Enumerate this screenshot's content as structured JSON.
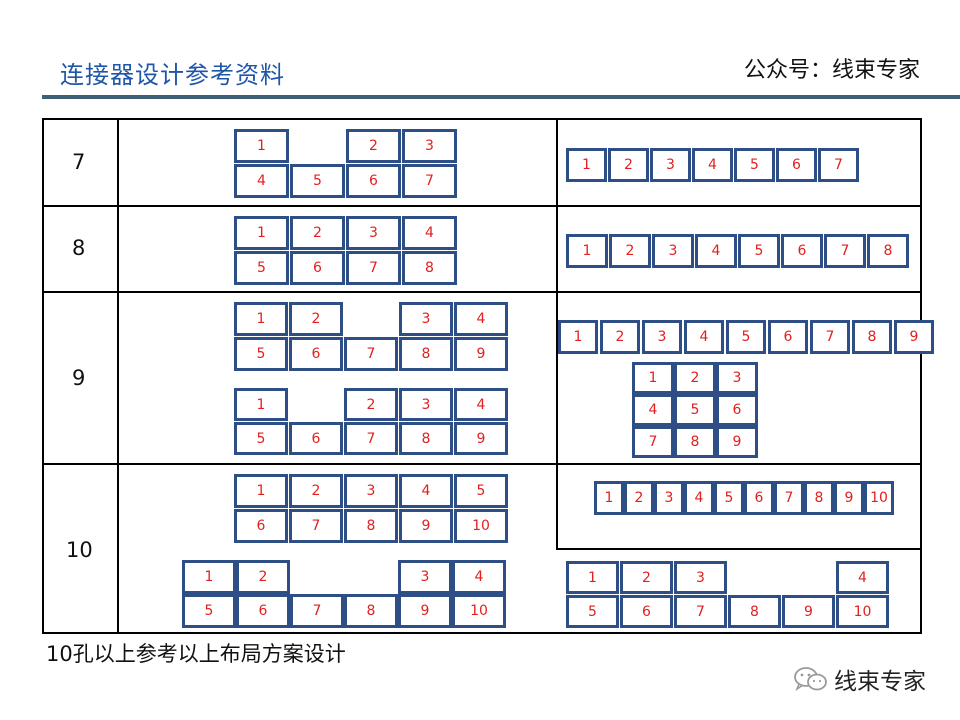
{
  "header": {
    "title": "连接器设计参考资料",
    "account": "公众号：线束专家"
  },
  "table": {
    "row_labels": [
      "7",
      "8",
      "9",
      "10"
    ],
    "layouts": [
      {
        "name": "7-left",
        "cells": [
          {
            "t": "1",
            "r": 0,
            "c": 0
          },
          {
            "t": "2",
            "r": 0,
            "c": 2
          },
          {
            "t": "3",
            "r": 0,
            "c": 3
          },
          {
            "t": "4",
            "r": 1,
            "c": 0
          },
          {
            "t": "5",
            "r": 1,
            "c": 1
          },
          {
            "t": "6",
            "r": 1,
            "c": 2
          },
          {
            "t": "7",
            "r": 1,
            "c": 3
          }
        ]
      },
      {
        "name": "7-right",
        "cells": [
          {
            "t": "1",
            "r": 0,
            "c": 0
          },
          {
            "t": "2",
            "r": 0,
            "c": 1
          },
          {
            "t": "3",
            "r": 0,
            "c": 2
          },
          {
            "t": "4",
            "r": 0,
            "c": 3
          },
          {
            "t": "5",
            "r": 0,
            "c": 4
          },
          {
            "t": "6",
            "r": 0,
            "c": 5
          },
          {
            "t": "7",
            "r": 0,
            "c": 6
          }
        ]
      },
      {
        "name": "8-left",
        "cells": [
          {
            "t": "1",
            "r": 0,
            "c": 0
          },
          {
            "t": "2",
            "r": 0,
            "c": 1
          },
          {
            "t": "3",
            "r": 0,
            "c": 2
          },
          {
            "t": "4",
            "r": 0,
            "c": 3
          },
          {
            "t": "5",
            "r": 1,
            "c": 0
          },
          {
            "t": "6",
            "r": 1,
            "c": 1
          },
          {
            "t": "7",
            "r": 1,
            "c": 2
          },
          {
            "t": "8",
            "r": 1,
            "c": 3
          }
        ]
      },
      {
        "name": "8-right",
        "cells": [
          {
            "t": "1",
            "r": 0,
            "c": 0
          },
          {
            "t": "2",
            "r": 0,
            "c": 1
          },
          {
            "t": "3",
            "r": 0,
            "c": 2
          },
          {
            "t": "4",
            "r": 0,
            "c": 3
          },
          {
            "t": "5",
            "r": 0,
            "c": 4
          },
          {
            "t": "6",
            "r": 0,
            "c": 5
          },
          {
            "t": "7",
            "r": 0,
            "c": 6
          },
          {
            "t": "8",
            "r": 0,
            "c": 7
          }
        ]
      },
      {
        "name": "9-left-a",
        "cells": [
          {
            "t": "1",
            "r": 0,
            "c": 0
          },
          {
            "t": "2",
            "r": 0,
            "c": 1
          },
          {
            "t": "3",
            "r": 0,
            "c": 3
          },
          {
            "t": "4",
            "r": 0,
            "c": 4
          },
          {
            "t": "5",
            "r": 1,
            "c": 0
          },
          {
            "t": "6",
            "r": 1,
            "c": 1
          },
          {
            "t": "7",
            "r": 1,
            "c": 2
          },
          {
            "t": "8",
            "r": 1,
            "c": 3
          },
          {
            "t": "9",
            "r": 1,
            "c": 4
          }
        ]
      },
      {
        "name": "9-left-b",
        "cells": [
          {
            "t": "1",
            "r": 0,
            "c": 0
          },
          {
            "t": "2",
            "r": 0,
            "c": 2
          },
          {
            "t": "3",
            "r": 0,
            "c": 3
          },
          {
            "t": "4",
            "r": 0,
            "c": 4
          },
          {
            "t": "5",
            "r": 1,
            "c": 0
          },
          {
            "t": "6",
            "r": 1,
            "c": 1
          },
          {
            "t": "7",
            "r": 1,
            "c": 2
          },
          {
            "t": "8",
            "r": 1,
            "c": 3
          },
          {
            "t": "9",
            "r": 1,
            "c": 4
          }
        ]
      },
      {
        "name": "9-right-a",
        "cells": [
          {
            "t": "1",
            "r": 0,
            "c": 0
          },
          {
            "t": "2",
            "r": 0,
            "c": 1
          },
          {
            "t": "3",
            "r": 0,
            "c": 2
          },
          {
            "t": "4",
            "r": 0,
            "c": 3
          },
          {
            "t": "5",
            "r": 0,
            "c": 4
          },
          {
            "t": "6",
            "r": 0,
            "c": 5
          },
          {
            "t": "7",
            "r": 0,
            "c": 6
          },
          {
            "t": "8",
            "r": 0,
            "c": 7
          },
          {
            "t": "9",
            "r": 0,
            "c": 8
          }
        ]
      },
      {
        "name": "9-right-b",
        "cells": [
          {
            "t": "1",
            "r": 0,
            "c": 0
          },
          {
            "t": "2",
            "r": 0,
            "c": 1
          },
          {
            "t": "3",
            "r": 0,
            "c": 2
          },
          {
            "t": "4",
            "r": 1,
            "c": 0
          },
          {
            "t": "5",
            "r": 1,
            "c": 1
          },
          {
            "t": "6",
            "r": 1,
            "c": 2
          },
          {
            "t": "7",
            "r": 2,
            "c": 0
          },
          {
            "t": "8",
            "r": 2,
            "c": 1
          },
          {
            "t": "9",
            "r": 2,
            "c": 2
          }
        ]
      },
      {
        "name": "10-left-a",
        "cells": [
          {
            "t": "1",
            "r": 0,
            "c": 0
          },
          {
            "t": "2",
            "r": 0,
            "c": 1
          },
          {
            "t": "3",
            "r": 0,
            "c": 2
          },
          {
            "t": "4",
            "r": 0,
            "c": 3
          },
          {
            "t": "5",
            "r": 0,
            "c": 4
          },
          {
            "t": "6",
            "r": 1,
            "c": 0
          },
          {
            "t": "7",
            "r": 1,
            "c": 1
          },
          {
            "t": "8",
            "r": 1,
            "c": 2
          },
          {
            "t": "9",
            "r": 1,
            "c": 3
          },
          {
            "t": "10",
            "r": 1,
            "c": 4
          }
        ]
      },
      {
        "name": "10-right-a",
        "cells": [
          {
            "t": "1",
            "r": 0,
            "c": 0
          },
          {
            "t": "2",
            "r": 0,
            "c": 1
          },
          {
            "t": "3",
            "r": 0,
            "c": 2
          },
          {
            "t": "4",
            "r": 0,
            "c": 3
          },
          {
            "t": "5",
            "r": 0,
            "c": 4
          },
          {
            "t": "6",
            "r": 0,
            "c": 5
          },
          {
            "t": "7",
            "r": 0,
            "c": 6
          },
          {
            "t": "8",
            "r": 0,
            "c": 7
          },
          {
            "t": "9",
            "r": 0,
            "c": 8
          },
          {
            "t": "10",
            "r": 0,
            "c": 9
          }
        ]
      },
      {
        "name": "10-left-b",
        "cells": [
          {
            "t": "1",
            "r": 0,
            "c": 0
          },
          {
            "t": "2",
            "r": 0,
            "c": 1
          },
          {
            "t": "3",
            "r": 0,
            "c": 4
          },
          {
            "t": "4",
            "r": 0,
            "c": 5
          },
          {
            "t": "5",
            "r": 1,
            "c": 0
          },
          {
            "t": "6",
            "r": 1,
            "c": 1
          },
          {
            "t": "7",
            "r": 1,
            "c": 2
          },
          {
            "t": "8",
            "r": 1,
            "c": 3
          },
          {
            "t": "9",
            "r": 1,
            "c": 4
          },
          {
            "t": "10",
            "r": 1,
            "c": 5
          }
        ]
      },
      {
        "name": "10-right-b",
        "cells": [
          {
            "t": "1",
            "r": 0,
            "c": 0
          },
          {
            "t": "2",
            "r": 0,
            "c": 1
          },
          {
            "t": "3",
            "r": 0,
            "c": 2
          },
          {
            "t": "4",
            "r": 0,
            "c": 5
          },
          {
            "t": "5",
            "r": 1,
            "c": 0
          },
          {
            "t": "6",
            "r": 1,
            "c": 1
          },
          {
            "t": "7",
            "r": 1,
            "c": 2
          },
          {
            "t": "8",
            "r": 1,
            "c": 3
          },
          {
            "t": "9",
            "r": 1,
            "c": 4
          },
          {
            "t": "10",
            "r": 1,
            "c": 5
          }
        ]
      }
    ]
  },
  "footer": {
    "note": "10孔以上参考以上布局方案设计",
    "wechat_label": "线束专家",
    "wechat_icon": "wechat-icon"
  },
  "colors": {
    "title": "#1f56a8",
    "rule": "#3f5f74",
    "cell_border": "#2e4f86",
    "cell_text": "#e32020"
  }
}
